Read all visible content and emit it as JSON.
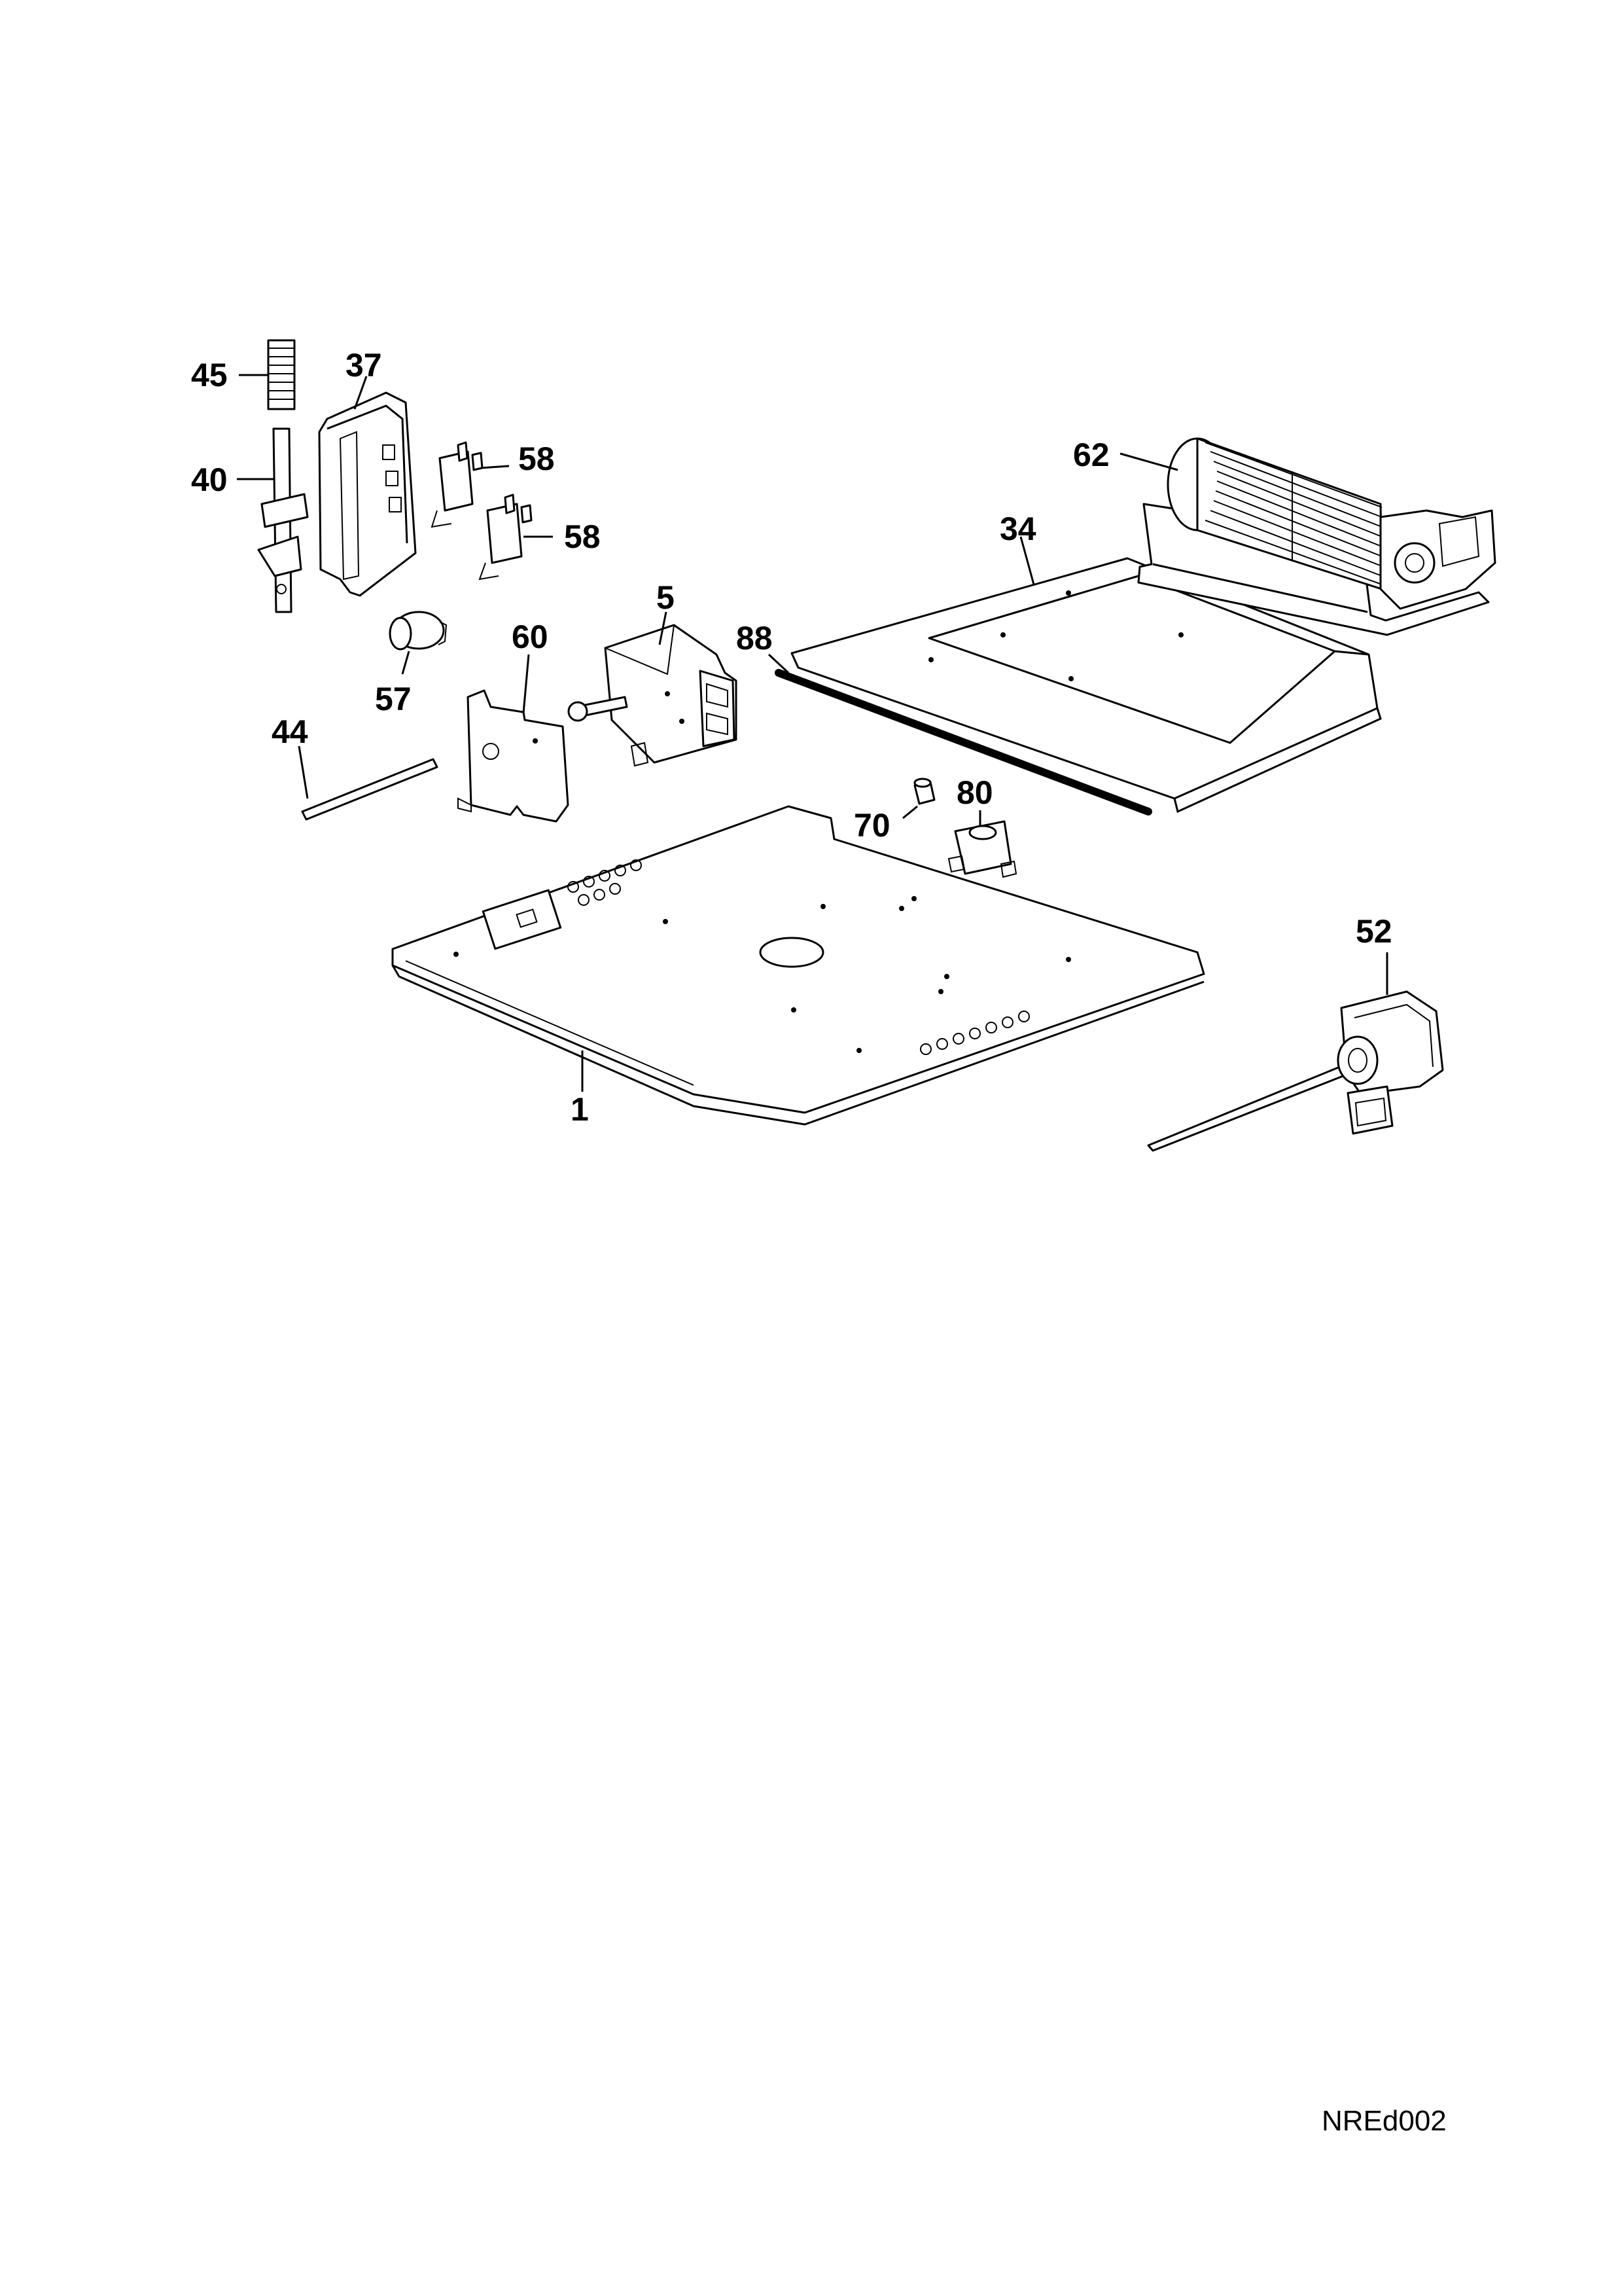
{
  "labels": {
    "p45": "45",
    "p37": "37",
    "p40": "40",
    "p58a": "58",
    "p58b": "58",
    "p57": "57",
    "p60": "60",
    "p5": "5",
    "p88": "88",
    "p34": "34",
    "p62": "62",
    "p44": "44",
    "p70": "70",
    "p80": "80",
    "p52": "52",
    "p1": "1"
  },
  "diagram_code": "NREd002"
}
